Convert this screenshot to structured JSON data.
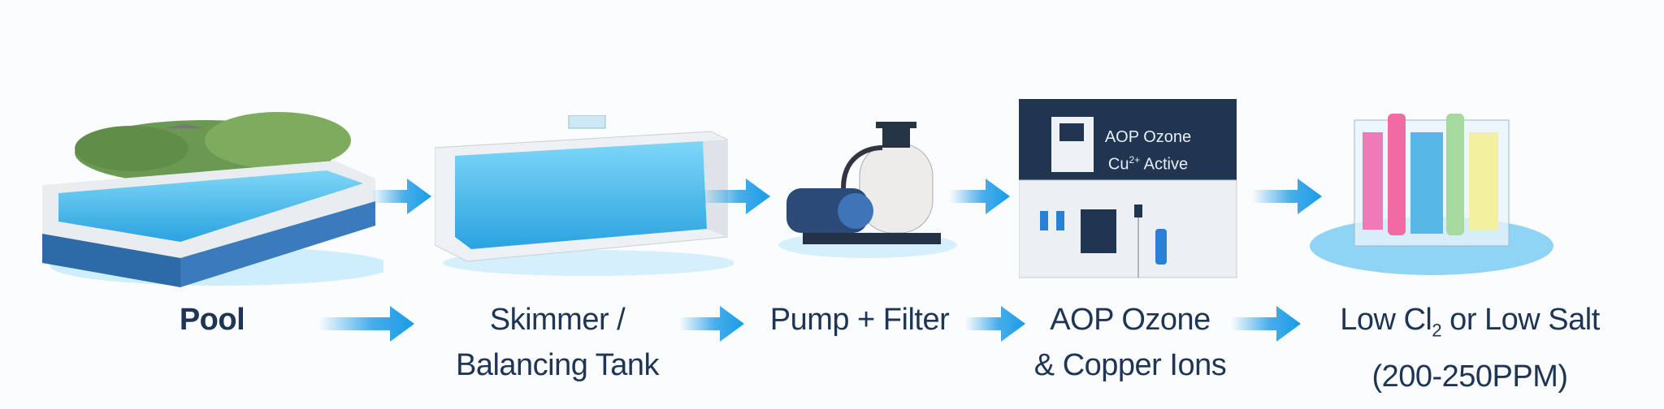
{
  "steps": [
    {
      "line1": "Pool",
      "line2": "",
      "icon": "pool"
    },
    {
      "line1": "Skimmer /",
      "line2": "Balancing Tank",
      "icon": "balancing-tank"
    },
    {
      "line1": "Pump + Filter",
      "line2": "",
      "icon": "pump-filter"
    },
    {
      "line1": "AOP Ozone",
      "line2": "& Copper Ions",
      "icon": "aop-ozone-unit"
    },
    {
      "line1_a": "Low Cl",
      "line1_sub": "2",
      "line1_b": " or Low Salt",
      "line2": "(200-250PPM)",
      "icon": "water-test-kit"
    }
  ],
  "aop_panel": {
    "line1": "AOP Ozone",
    "line2_a": "Cu",
    "line2_sup": "2+",
    "line2_b": " Active"
  },
  "colors": {
    "arrow": "#1a9be6",
    "text": "#1e3556",
    "water": "#5cc6f0",
    "panel": "#1f3550"
  }
}
